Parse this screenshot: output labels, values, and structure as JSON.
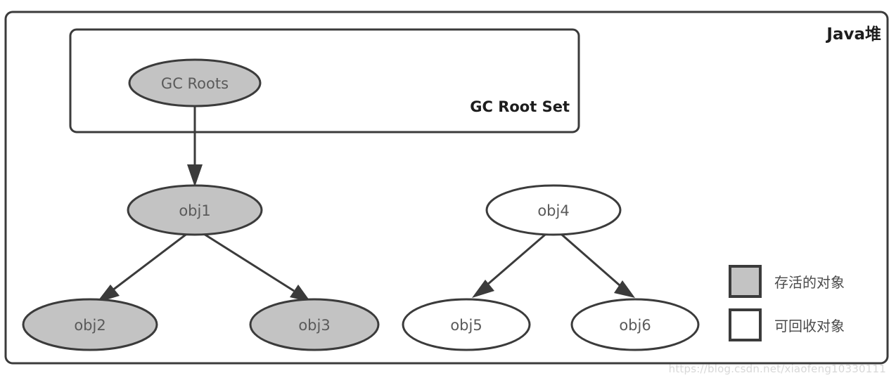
{
  "diagram": {
    "heap_title": "Java堆",
    "root_set_title": "GC Root Set",
    "nodes": {
      "gc_roots": "GC Roots",
      "obj1": "obj1",
      "obj2": "obj2",
      "obj3": "obj3",
      "obj4": "obj4",
      "obj5": "obj5",
      "obj6": "obj6"
    }
  },
  "legend": {
    "alive": {
      "label": "存活的对象",
      "color": "#c3c3c3"
    },
    "garbage": {
      "label": "可回收对象",
      "color": "#ffffff"
    }
  },
  "watermark": {
    "text": "https://blog.csdn.net/xiaofeng10330111"
  },
  "colors": {
    "stroke": "#3b3b3b",
    "node_text": "#5a5a5a",
    "title_text": "#1d1d1d",
    "background": "#ffffff"
  }
}
